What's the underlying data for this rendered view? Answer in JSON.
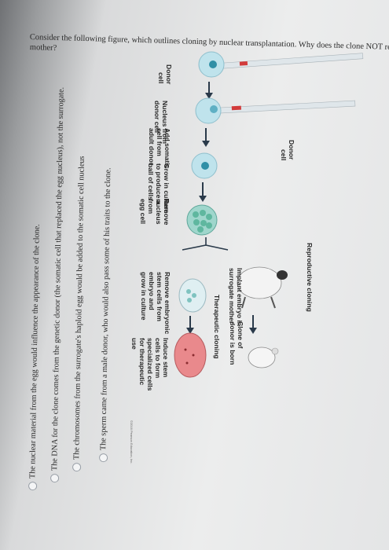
{
  "question": {
    "line1": "Consider the following figure, which outlines cloning by nuclear transplantation. Why does the clone NOT resemble the surrogate",
    "line2": "mother?"
  },
  "figure": {
    "reproductive_cloning": "Reproductive cloning",
    "therapeutic_cloning": "Therapeutic cloning",
    "donor_cell": [
      "Donor",
      "cell"
    ],
    "nucleus_from_donor": [
      "Nucleus from",
      "donor cell"
    ],
    "remove_nucleus": [
      "Remove",
      "nucleus",
      "from",
      "egg cell"
    ],
    "add_somatic": [
      "Add somatic",
      "cell from",
      "adult donor"
    ],
    "grow_in_culture": [
      "Grow in culture",
      "to produce a",
      "ball of cells"
    ],
    "implant_embryo": [
      "Implant embryo in",
      "surrogate mother"
    ],
    "clone_born": [
      "Clone of",
      "donor is born"
    ],
    "remove_stem_cells": [
      "Remove embryonic",
      "stem cells from",
      "embryo and",
      "grow in culture"
    ],
    "induce_stem": [
      "Induce stem",
      "cells to form",
      "specialized cells",
      "for therapeutic",
      "use"
    ],
    "copyright": "©2016 Pearson Education, Inc."
  },
  "choices": [
    "The sperm came from a male donor, who would also pass some of his traits to the clone.",
    "The chromosomes from the surrogate's haploid egg would be added to the somatic cell nucleus",
    "The DNA for the clone comes from the genetic donor (the somatic cell that replaced the egg nucleus), not the surrogate.",
    "The nuclear material from the egg would influence the appearance of the clone."
  ],
  "colors": {
    "egg": "#bfe3ec",
    "nucleus": "#2f8fa6",
    "arrow": "#2a3a4a",
    "pipette_red": "#d23b3b",
    "tissue": "#e9898c"
  }
}
